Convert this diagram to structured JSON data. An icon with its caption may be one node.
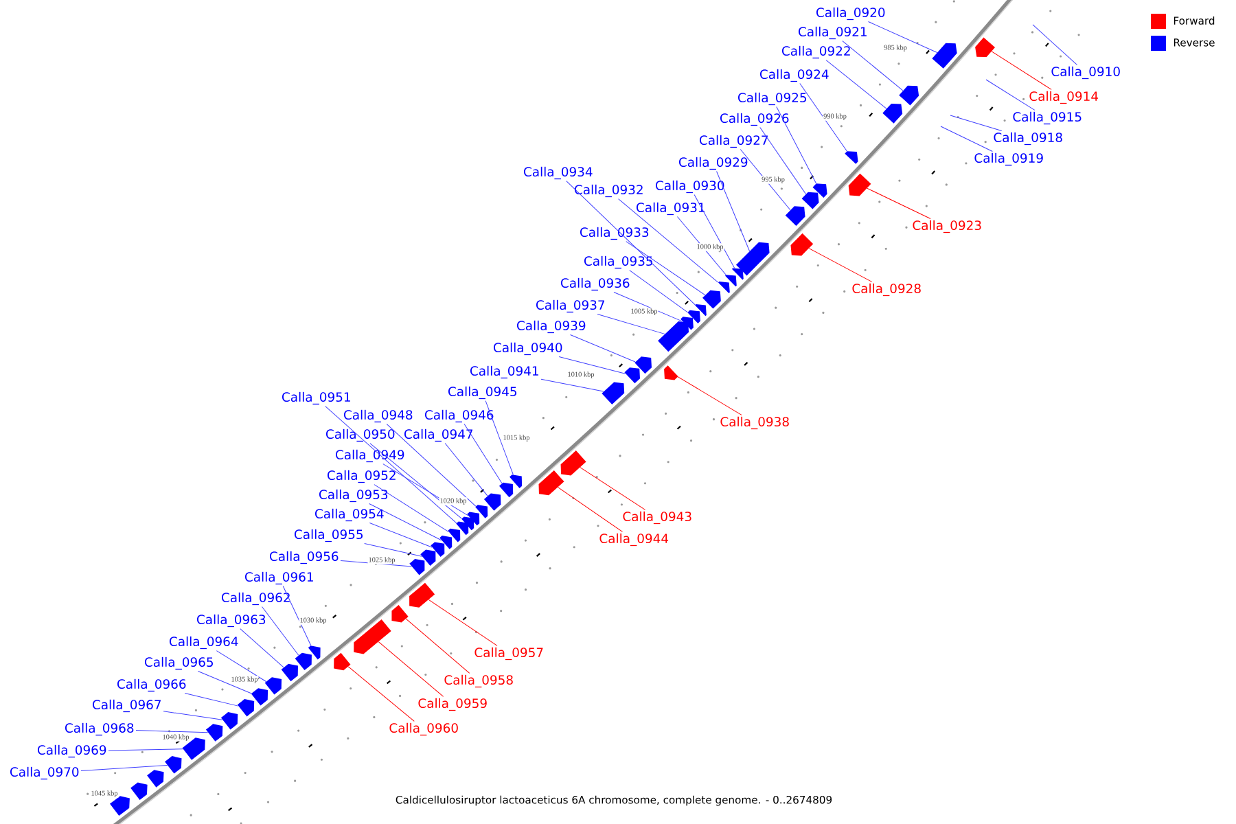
{
  "diagram": {
    "caption": "Caldicellulosiruptor lactoaceticus 6A chromosome, complete genome. - 0..2674809",
    "nodes": [
      {
        "text": [
          "Calla_0910"
        ]
      },
      {
        "text": [
          "Calla_0914"
        ]
      },
      {
        "text": [],
        "shape": "arrow"
      },
      {
        "text": [
          "Calla_0915"
        ]
      },
      {
        "text": [
          "Calla_0918"
        ]
      },
      {
        "text": [
          "Calla_0919"
        ]
      },
      {
        "text": [
          "Calla_0920"
        ]
      },
      {
        "text": [],
        "shape": "arrow"
      },
      {
        "text": [
          "Calla_0921"
        ]
      },
      {
        "text": [],
        "shape": "arrow"
      },
      {
        "text": [
          "Calla_0922"
        ]
      },
      {
        "text": [],
        "shape": "arrow"
      },
      {
        "text": [
          "Calla_0923"
        ]
      },
      {
        "text": [],
        "shape": "arrow"
      },
      {
        "text": [
          "Calla_0924"
        ]
      },
      {
        "text": [],
        "shape": "arrow"
      },
      {
        "text": [
          "Calla_0925"
        ]
      },
      {
        "text": [],
        "shape": "arrow"
      },
      {
        "text": [
          "Calla_0926"
        ]
      },
      {
        "text": [],
        "shape": "arrow"
      },
      {
        "text": [
          "Calla_0927"
        ]
      },
      {
        "text": [],
        "shape": "arrow"
      },
      {
        "text": [
          "Calla_0928"
        ]
      },
      {
        "text": [],
        "shape": "arrow"
      },
      {
        "text": [
          "Calla_0929"
        ]
      },
      {
        "text": [],
        "shape": "arrow"
      },
      {
        "text": [
          "Calla_0930"
        ]
      },
      {
        "text": [],
        "shape": "arrow"
      },
      {
        "text": [
          "Calla_0931"
        ]
      },
      {
        "text": [],
        "shape": "arrow"
      },
      {
        "text": [
          "Calla_0932"
        ]
      },
      {
        "text": [],
        "shape": "arrow"
      },
      {
        "text": [
          "Calla_0933"
        ]
      },
      {
        "text": [],
        "shape": "arrow"
      },
      {
        "text": [
          "Calla_0934"
        ]
      },
      {
        "text": [],
        "shape": "arrow"
      },
      {
        "text": [
          "Calla_0935"
        ]
      },
      {
        "text": [],
        "shape": "arrow"
      },
      {
        "text": [
          "Calla_0936"
        ]
      },
      {
        "text": [],
        "shape": "arrow"
      },
      {
        "text": [
          "Calla_0937"
        ]
      },
      {
        "text": [],
        "shape": "arrow"
      },
      {
        "text": [
          "Calla_0938"
        ]
      },
      {
        "text": [],
        "shape": "arrow"
      },
      {
        "text": [
          "Calla_0939"
        ]
      },
      {
        "text": [],
        "shape": "arrow"
      },
      {
        "text": [
          "Calla_0940"
        ]
      },
      {
        "text": [],
        "shape": "arrow"
      },
      {
        "text": [
          "Calla_0941"
        ]
      },
      {
        "text": [],
        "shape": "arrow"
      },
      {
        "text": [
          "Calla_0943"
        ]
      },
      {
        "text": [],
        "shape": "arrow"
      },
      {
        "text": [
          "Calla_0944"
        ]
      },
      {
        "text": [],
        "shape": "arrow"
      },
      {
        "text": [
          "Calla_0945"
        ]
      },
      {
        "text": [],
        "shape": "arrow"
      },
      {
        "text": [
          "Calla_0946"
        ]
      },
      {
        "text": [],
        "shape": "arrow"
      },
      {
        "text": [
          "Calla_0947"
        ]
      },
      {
        "text": [],
        "shape": "arrow"
      },
      {
        "text": [
          "Calla_0948"
        ]
      },
      {
        "text": [],
        "shape": "arrow"
      },
      {
        "text": [
          "Calla_0949"
        ]
      },
      {
        "text": [],
        "shape": "arrow"
      },
      {
        "text": [
          "Calla_0950"
        ]
      },
      {
        "text": [],
        "shape": "arrow"
      },
      {
        "text": [
          "Calla_0951"
        ]
      },
      {
        "text": [],
        "shape": "arrow"
      },
      {
        "text": [
          "Calla_0952"
        ]
      },
      {
        "text": [],
        "shape": "arrow"
      },
      {
        "text": [
          "Calla_0953"
        ]
      },
      {
        "text": [],
        "shape": "arrow"
      },
      {
        "text": [
          "Calla_0954"
        ]
      },
      {
        "text": [],
        "shape": "arrow"
      },
      {
        "text": [
          "Calla_0955"
        ]
      },
      {
        "text": [],
        "shape": "arrow"
      },
      {
        "text": [
          "Calla_0956"
        ]
      },
      {
        "text": [],
        "shape": "arrow"
      },
      {
        "text": [
          "Calla_0957"
        ]
      },
      {
        "text": [],
        "shape": "arrow"
      },
      {
        "text": [
          "Calla_0958"
        ]
      },
      {
        "text": [],
        "shape": "arrow"
      },
      {
        "text": [
          "Calla_0959"
        ]
      },
      {
        "text": [],
        "shape": "arrow"
      },
      {
        "text": [
          "Calla_0960"
        ]
      },
      {
        "text": [],
        "shape": "arrow"
      },
      {
        "text": [
          "Calla_0961"
        ]
      },
      {
        "text": [],
        "shape": "arrow"
      },
      {
        "text": [
          "Calla_0962"
        ]
      },
      {
        "text": [],
        "shape": "arrow"
      },
      {
        "text": [
          "Calla_0963"
        ]
      },
      {
        "text": [],
        "shape": "arrow"
      },
      {
        "text": [
          "Calla_0964"
        ]
      },
      {
        "text": [],
        "shape": "arrow"
      },
      {
        "text": [
          "Calla_0965"
        ]
      },
      {
        "text": [],
        "shape": "arrow"
      },
      {
        "text": [
          "Calla_0966"
        ]
      },
      {
        "text": [],
        "shape": "arrow"
      },
      {
        "text": [
          "Calla_0967"
        ]
      },
      {
        "text": [],
        "shape": "arrow"
      },
      {
        "text": [
          "Calla_0968"
        ]
      },
      {
        "text": [],
        "shape": "arrow"
      },
      {
        "text": [
          "Calla_0969"
        ]
      },
      {
        "text": [],
        "shape": "arrow"
      },
      {
        "text": [
          "Calla_0970"
        ]
      },
      {
        "text": [],
        "shape": "arrow"
      },
      {
        "text": [],
        "shape": "arrow"
      },
      {
        "text": [],
        "shape": "arrow"
      },
      {
        "text": [],
        "shape": "arrow"
      }
    ],
    "edges": [
      {
        "from": 0,
        "to": null,
        "arrow": "none"
      },
      {
        "from": 1,
        "to": 2,
        "arrow": "none",
        "color": "#ff0000"
      },
      {
        "from": 3,
        "to": null,
        "arrow": "none"
      },
      {
        "from": 4,
        "to": null,
        "arrow": "none"
      },
      {
        "from": 5,
        "to": null,
        "arrow": "none"
      },
      {
        "from": 6,
        "to": 7,
        "arrow": "none"
      },
      {
        "from": 8,
        "to": 9,
        "arrow": "none"
      },
      {
        "from": 10,
        "to": 11,
        "arrow": "none"
      },
      {
        "from": 12,
        "to": 13,
        "arrow": "none",
        "color": "#ff0000"
      },
      {
        "from": 14,
        "to": 15,
        "arrow": "none"
      },
      {
        "from": 16,
        "to": 17,
        "arrow": "none"
      },
      {
        "from": 18,
        "to": 19,
        "arrow": "none"
      },
      {
        "from": 20,
        "to": 21,
        "arrow": "none"
      },
      {
        "from": 22,
        "to": 23,
        "arrow": "none",
        "color": "#ff0000"
      },
      {
        "from": 24,
        "to": 25,
        "arrow": "none"
      },
      {
        "from": 26,
        "to": 27,
        "arrow": "none"
      },
      {
        "from": 28,
        "to": 29,
        "arrow": "none"
      },
      {
        "from": 30,
        "to": 31,
        "arrow": "none"
      },
      {
        "from": 32,
        "to": 33,
        "arrow": "none"
      },
      {
        "from": 34,
        "to": 35,
        "arrow": "none"
      },
      {
        "from": 36,
        "to": 37,
        "arrow": "none"
      },
      {
        "from": 38,
        "to": 39,
        "arrow": "none"
      },
      {
        "from": 40,
        "to": 41,
        "arrow": "none"
      },
      {
        "from": 42,
        "to": 43,
        "arrow": "none",
        "color": "#ff0000"
      },
      {
        "from": 44,
        "to": 45,
        "arrow": "none"
      },
      {
        "from": 46,
        "to": 47,
        "arrow": "none"
      },
      {
        "from": 48,
        "to": 49,
        "arrow": "none"
      },
      {
        "from": 50,
        "to": 51,
        "arrow": "none",
        "color": "#ff0000"
      },
      {
        "from": 52,
        "to": 53,
        "arrow": "none",
        "color": "#ff0000"
      },
      {
        "from": 54,
        "to": 55,
        "arrow": "none"
      },
      {
        "from": 56,
        "to": 57,
        "arrow": "none"
      },
      {
        "from": 58,
        "to": 59,
        "arrow": "none"
      },
      {
        "from": 60,
        "to": 61,
        "arrow": "none"
      },
      {
        "from": 62,
        "to": 63,
        "arrow": "none"
      },
      {
        "from": 64,
        "to": 65,
        "arrow": "none"
      },
      {
        "from": 66,
        "to": 67,
        "arrow": "none"
      },
      {
        "from": 68,
        "to": 69,
        "arrow": "none"
      },
      {
        "from": 70,
        "to": 71,
        "arrow": "none"
      },
      {
        "from": 72,
        "to": 73,
        "arrow": "none"
      },
      {
        "from": 74,
        "to": 75,
        "arrow": "none"
      },
      {
        "from": 76,
        "to": 77,
        "arrow": "none"
      },
      {
        "from": 78,
        "to": 79,
        "arrow": "none",
        "color": "#ff0000"
      },
      {
        "from": 80,
        "to": 81,
        "arrow": "none",
        "color": "#ff0000"
      },
      {
        "from": 82,
        "to": 83,
        "arrow": "none",
        "color": "#ff0000"
      },
      {
        "from": 84,
        "to": 85,
        "arrow": "none",
        "color": "#ff0000"
      },
      {
        "from": 86,
        "to": 87,
        "arrow": "none"
      },
      {
        "from": 88,
        "to": 89,
        "arrow": "none"
      },
      {
        "from": 90,
        "to": 91,
        "arrow": "none"
      },
      {
        "from": 92,
        "to": 93,
        "arrow": "none"
      },
      {
        "from": 94,
        "to": 95,
        "arrow": "none"
      },
      {
        "from": 96,
        "to": 97,
        "arrow": "none"
      },
      {
        "from": 98,
        "to": 99,
        "arrow": "none"
      },
      {
        "from": 100,
        "to": 101,
        "arrow": "none"
      },
      {
        "from": 102,
        "to": 103,
        "arrow": "none"
      },
      {
        "from": 104,
        "to": 105,
        "arrow": "none"
      }
    ],
    "labels": [
      "985 kbp",
      "990 kbp",
      "995 kbp",
      "1000 kbp",
      "1005 kbp",
      "1010 kbp",
      "1015 kbp",
      "1020 kbp",
      "1025 kbp",
      "1030 kbp",
      "1035 kbp",
      "1040 kbp",
      "1045 kbp"
    ],
    "legend": [
      {
        "text": "Forward",
        "color": "#ff0000"
      },
      {
        "text": "Reverse",
        "color": "#0000ff"
      }
    ]
  }
}
